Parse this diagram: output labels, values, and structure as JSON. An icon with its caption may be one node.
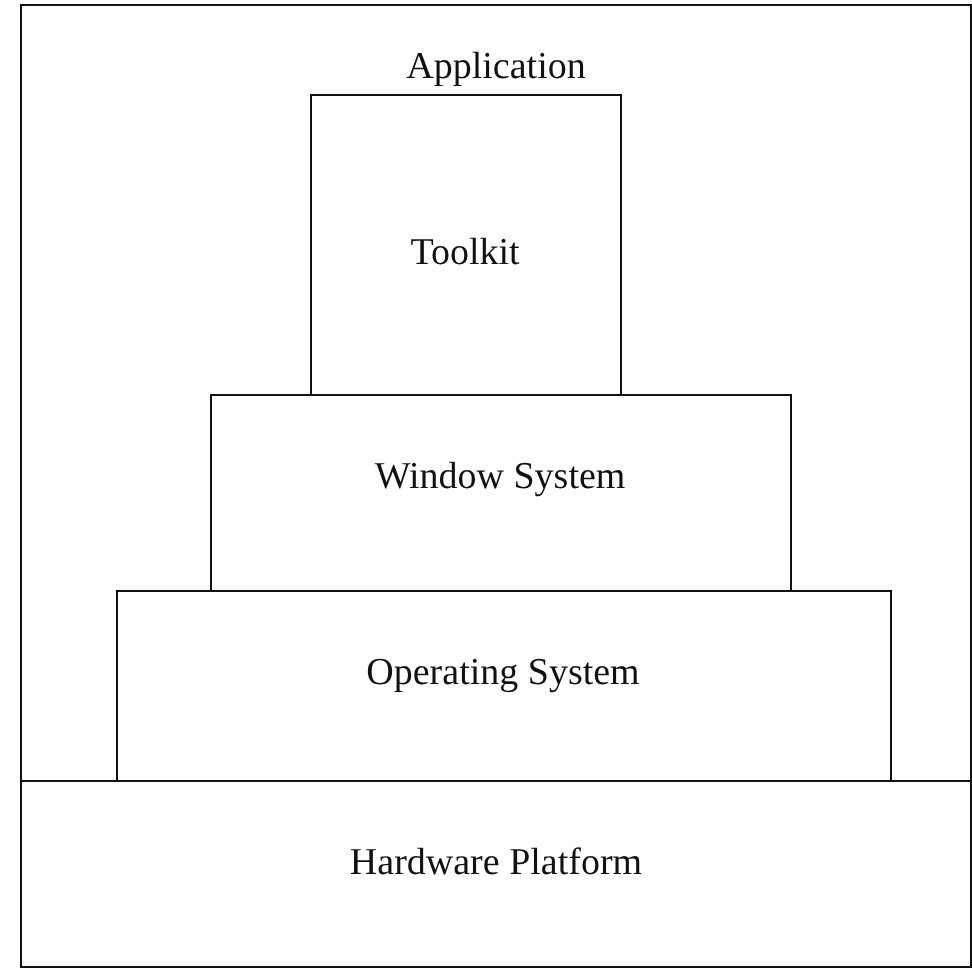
{
  "diagram": {
    "nodes": [
      {
        "text": [
          "Application"
        ]
      },
      {
        "text": [
          "Toolkit"
        ],
        "in": 0
      },
      {
        "text": [
          "Window System"
        ],
        "in": 0
      },
      {
        "text": [
          "Operating System"
        ],
        "in": 0
      },
      {
        "text": [
          "Hardware Platform"
        ]
      }
    ]
  }
}
